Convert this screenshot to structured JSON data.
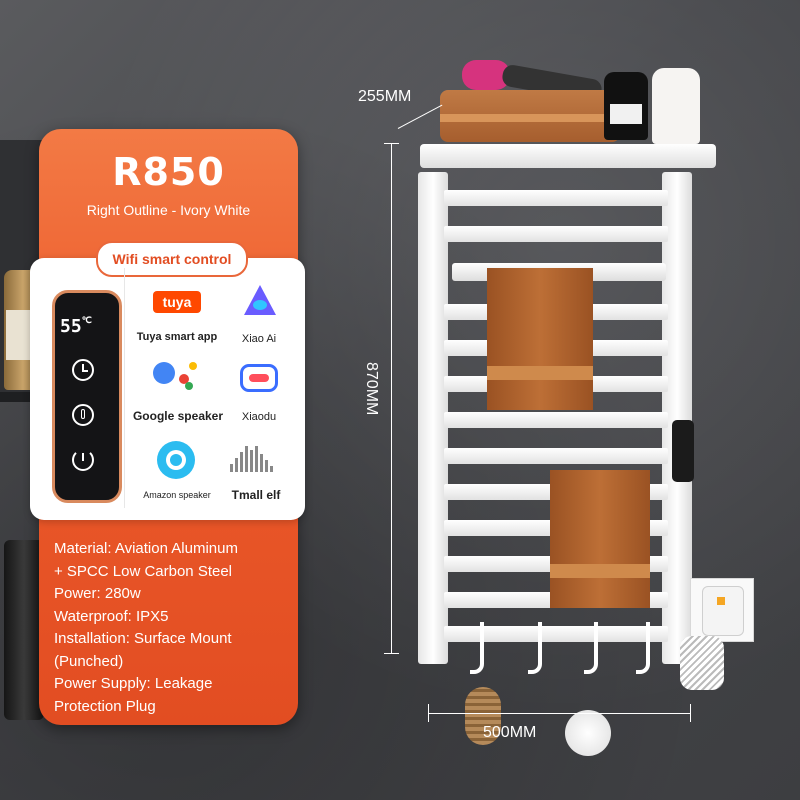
{
  "product": {
    "model": "R850",
    "variant": "Right Outline - Ivory White",
    "wifi_label": "Wifi smart control",
    "remote_display": "55",
    "remote_unit": "℃"
  },
  "apps": [
    {
      "name": "Tuya smart app",
      "logo_text": "tuya",
      "icon": "tuya-logo-icon"
    },
    {
      "name": "Xiao Ai",
      "icon": "xiaoai-logo-icon"
    },
    {
      "name": "Google speaker",
      "icon": "google-assistant-icon"
    },
    {
      "name": "Xiaodu",
      "icon": "xiaodu-logo-icon"
    },
    {
      "name": "Amazon speaker",
      "icon": "alexa-icon"
    },
    {
      "name": "Tmall elf",
      "icon": "tmall-elf-icon"
    }
  ],
  "specs": [
    "Material: Aviation Aluminum",
    "+ SPCC Low Carbon Steel",
    "Power: 280w",
    "Waterproof: IPX5",
    "Installation: Surface Mount",
    "(Punched)",
    "Power Supply: Leakage",
    "Protection Plug"
  ],
  "dimensions": {
    "depth": "255MM",
    "height": "870MM",
    "width": "500MM"
  },
  "colors": {
    "accent": "#e24d22",
    "product": "#ffffff",
    "towel": "#b0652f"
  }
}
